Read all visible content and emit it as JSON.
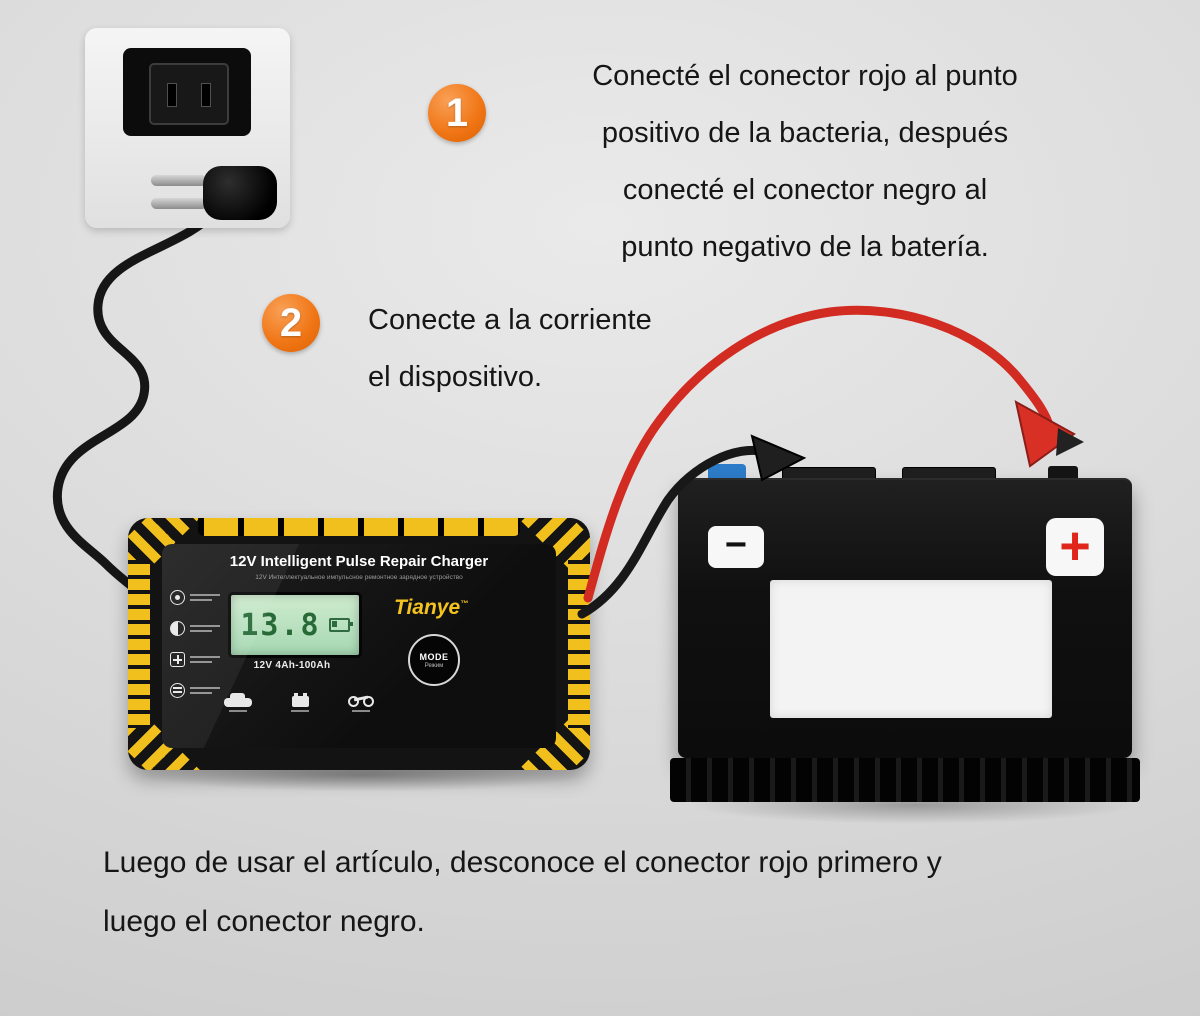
{
  "steps": [
    {
      "number": "1",
      "lines": [
        "Conecté el conector rojo al punto",
        "positivo de la bacteria, después",
        "conecté el conector negro al",
        "punto negativo de la batería."
      ]
    },
    {
      "number": "2",
      "lines": [
        "Conecte a la corriente",
        "el dispositivo."
      ]
    }
  ],
  "footer": {
    "lines": [
      "Luego de usar el artículo, desconoce el conector rojo primero y",
      "luego el conector negro."
    ]
  },
  "charger": {
    "title": "12V Intelligent Pulse Repair Charger",
    "subtitle": "12V Интеллектуальное импульсное ремонтное зарядное устройство",
    "brand": "Tianye",
    "brand_tm": "™",
    "display_value": "13.8",
    "range_label": "12V 4Ah-100Ah",
    "mode_label": "MODE",
    "mode_sub": "Режим"
  },
  "battery": {
    "minus_label": "−",
    "plus_label": "+"
  },
  "colors": {
    "accent_orange": "#f07413",
    "charger_yellow": "#f2c01d",
    "cable_red": "#d22b22",
    "terminal_blue": "#2d7cc9",
    "lcd_green": "#b9e4c4"
  }
}
